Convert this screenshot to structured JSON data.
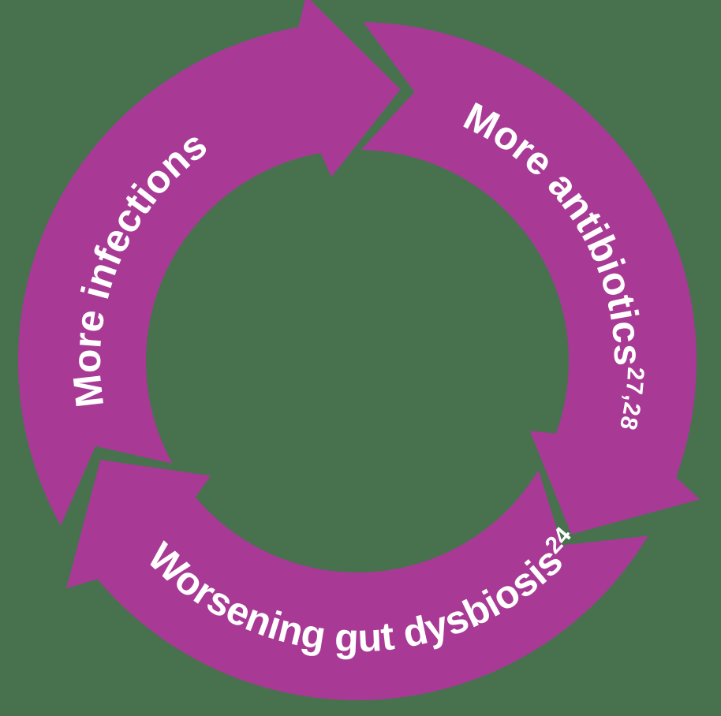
{
  "diagram": {
    "type": "cycle",
    "direction": "clockwise",
    "background_color": "#48714e",
    "arrow_color": "#a83a96",
    "label_color": "#ffffff",
    "steps": [
      {
        "label": "More infections",
        "superscript": ""
      },
      {
        "label": "More antibiotics",
        "superscript": "27,28"
      },
      {
        "label": "Worsening gut dysbiosis",
        "superscript": "24"
      }
    ]
  }
}
